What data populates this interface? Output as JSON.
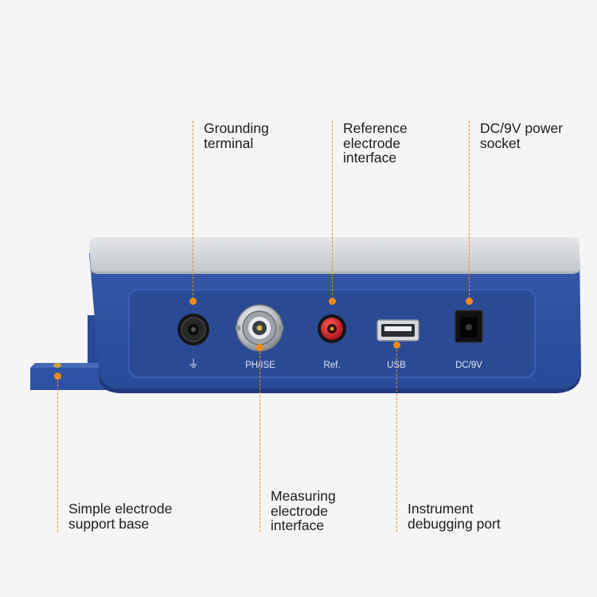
{
  "callouts": {
    "grounding": "Grounding\nterminal",
    "reference": "Reference\nelectrode\ninterface",
    "power": "DC/9V power\nsocket",
    "support": "Simple electrode\nsupport base",
    "measuring": "Measuring\nelectrode\ninterface",
    "debug": "Instrument\ndebugging port"
  },
  "panel_labels": {
    "ground_symbol": "⏚",
    "ph_ise": "PH/ISE",
    "ref": "Ref.",
    "usb": "USB",
    "dc": "DC/9V"
  },
  "colors": {
    "body_blue": "#2c4f9e",
    "panel_blue": "#2a4a93",
    "lid_gray": "#cfd1d4",
    "leader_orange": "#f08a16",
    "background": "#f5f5f6"
  }
}
